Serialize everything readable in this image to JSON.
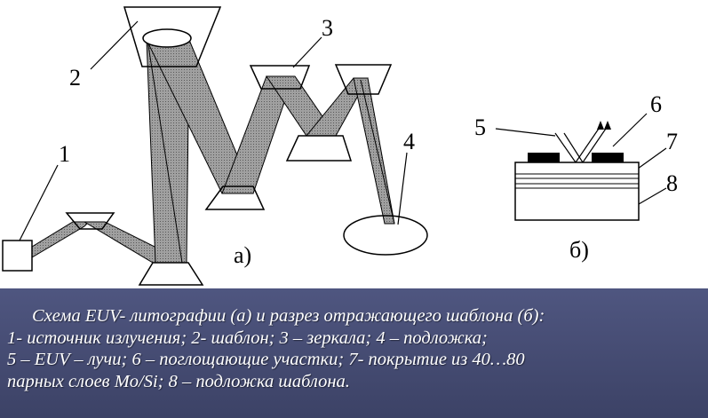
{
  "diagram": {
    "labels": {
      "n1": "1",
      "n2": "2",
      "n3": "3",
      "n4": "4",
      "n5": "5",
      "n6": "6",
      "n7": "7",
      "n8": "8",
      "part_a": "а)",
      "part_b": "б)"
    },
    "colors": {
      "beam_fill": "#8c8c8c",
      "stroke": "#000000",
      "background": "#ffffff"
    }
  },
  "caption": {
    "line1": "Схема EUV- литографии (а) и разрез отражающего шаблона (б):",
    "line2": "1- источник излучения; 2- шаблон; 3 – зеркала; 4 – подложка;",
    "line3": "5 – EUV – лучи; 6 – поглощающие участки; 7- покрытие из 40…80",
    "line4": "парных слоев Mo/Si; 8 – подложка шаблона."
  }
}
